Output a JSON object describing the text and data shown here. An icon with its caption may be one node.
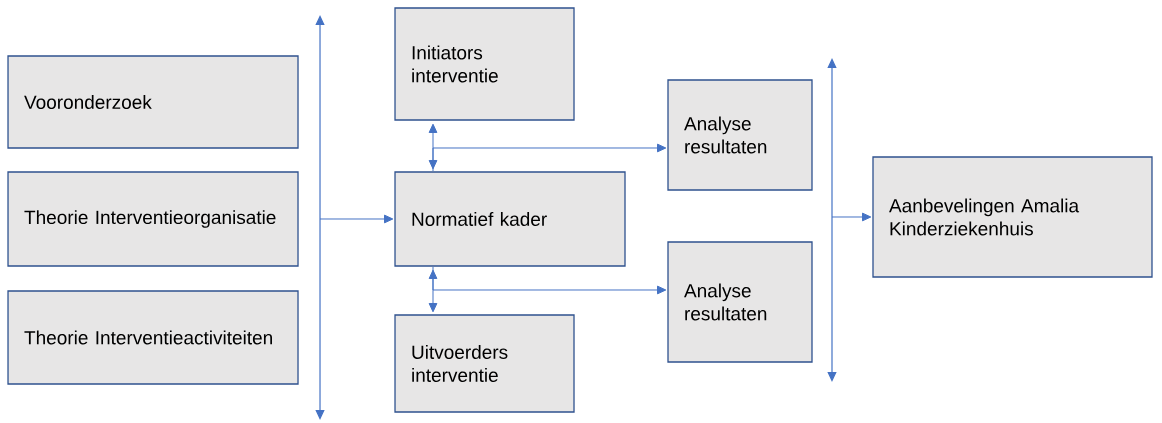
{
  "diagram": {
    "nodes": [
      {
        "text": [
          "Vooronderzoek"
        ]
      },
      {
        "text": [
          "Theorie Interventieorganisatie"
        ]
      },
      {
        "text": [
          "Theorie Interventieactiviteiten"
        ]
      },
      {
        "text": [],
        "shape": "bar"
      },
      {
        "text": [
          "Initiators interventie"
        ]
      },
      {
        "text": [
          "Normatief kader"
        ]
      },
      {
        "text": [
          "Uitvoerders interventie"
        ]
      },
      {
        "text": [
          "Analyse resultaten"
        ]
      },
      {
        "text": [
          "Analyse resultaten"
        ]
      },
      {
        "text": [],
        "shape": "bar"
      },
      {
        "text": [
          "Aanbevelingen Amalia Kinderziekenhuis"
        ]
      }
    ],
    "edges": [
      {
        "from": 3,
        "to": 5,
        "arrow": "to"
      },
      {
        "from": 4,
        "to": 5,
        "arrow": "both"
      },
      {
        "from": 5,
        "to": 6,
        "arrow": "both"
      },
      {
        "from": 5,
        "to": 7,
        "arrow": "to"
      },
      {
        "from": 5,
        "to": 8,
        "arrow": "to"
      },
      {
        "from": 9,
        "to": 10,
        "arrow": "to"
      }
    ]
  }
}
